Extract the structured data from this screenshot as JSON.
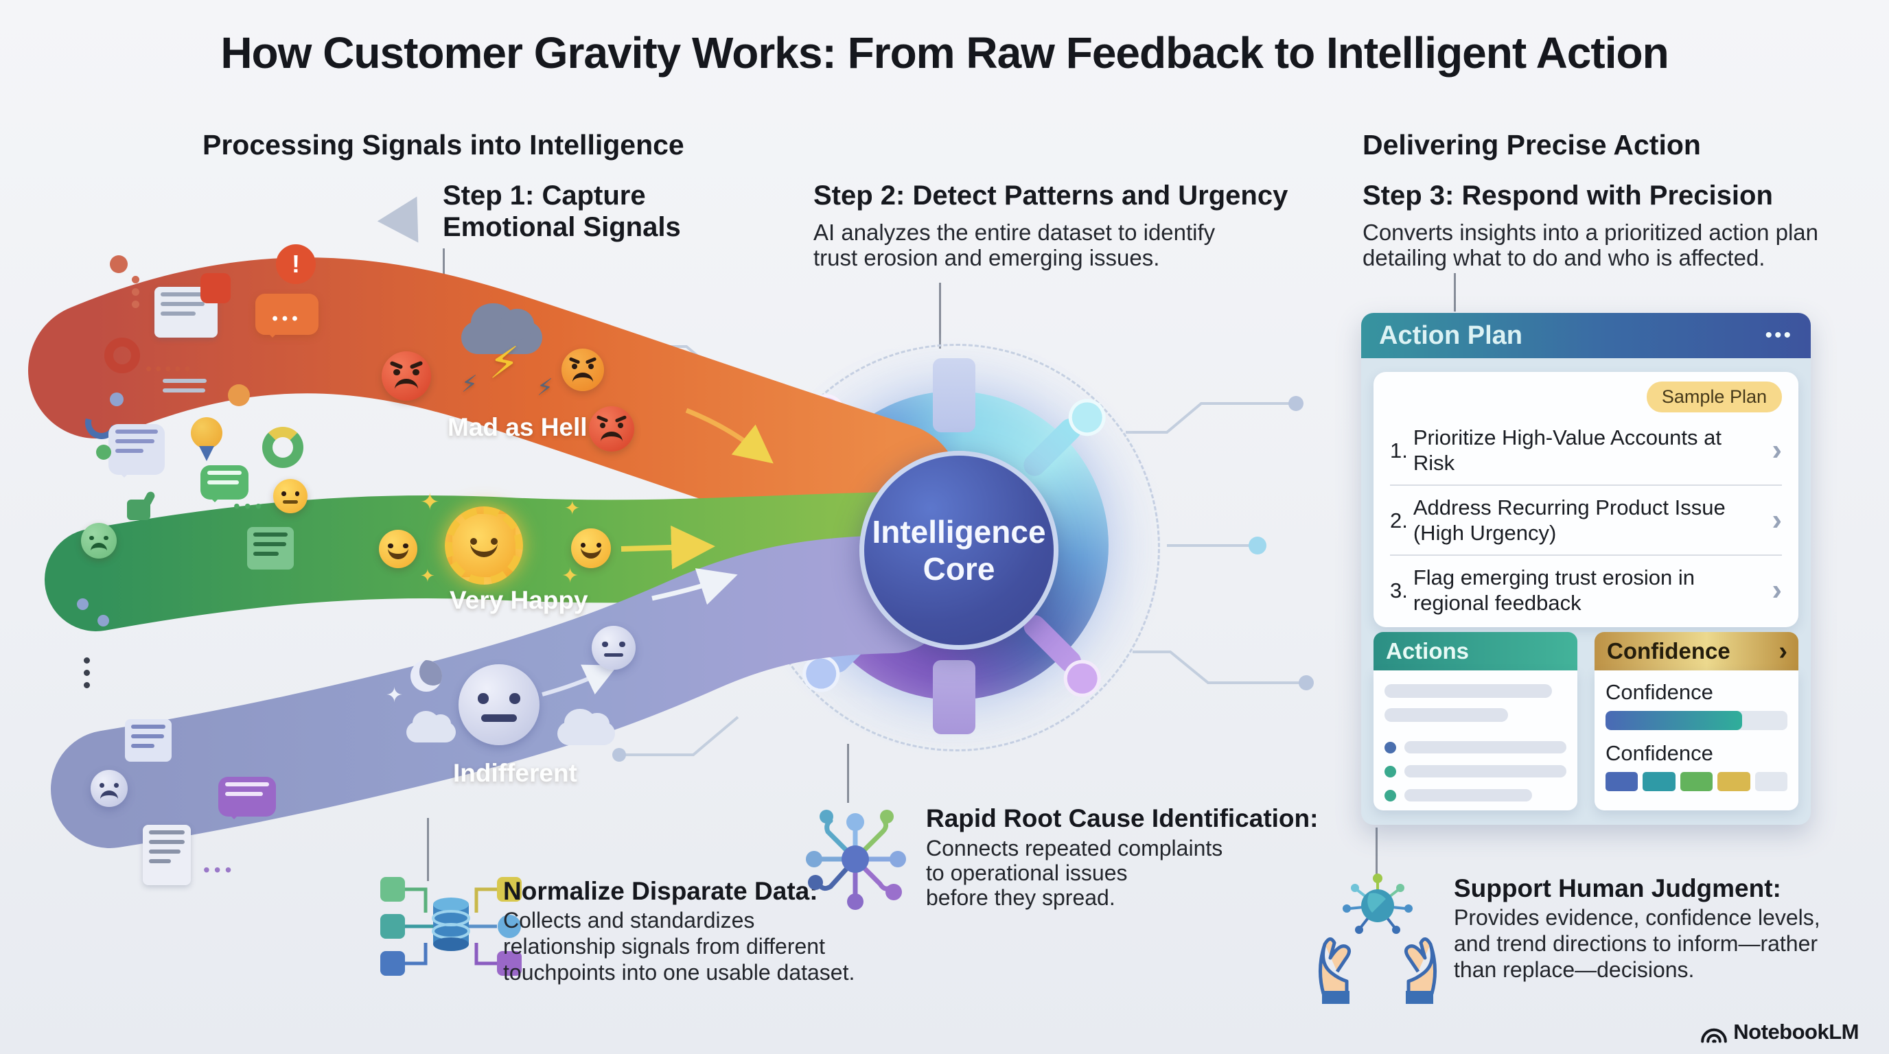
{
  "title": "How Customer Gravity Works: From Raw Feedback to Intelligent Action",
  "sections": {
    "left_heading": "Processing Signals into Intelligence",
    "right_heading": "Delivering Precise Action"
  },
  "steps": {
    "step1": {
      "title_line1": "Step 1: Capture",
      "title_line2": "Emotional Signals"
    },
    "step2": {
      "title": "Step 2: Detect Patterns and Urgency",
      "desc_line1": "AI analyzes the entire dataset to identify",
      "desc_line2": "trust erosion and emerging issues."
    },
    "step3": {
      "title": "Step 3: Respond with Precision",
      "desc_line1": "Converts insights into a prioritized action plan",
      "desc_line2": "detailing what to do and who is affected."
    }
  },
  "flows": {
    "angry": {
      "label": "Mad as Hell"
    },
    "happy": {
      "label": "Very Happy"
    },
    "neutral": {
      "label": "Indifferent"
    }
  },
  "core": {
    "label_line1": "Intelligence",
    "label_line2": "Core"
  },
  "action_plan": {
    "header": "Action Plan",
    "badge": "Sample Plan",
    "items": [
      {
        "number": "1.",
        "text": "Prioritize High-Value Accounts at Risk"
      },
      {
        "number": "2.",
        "text": "Address Recurring Product Issue (High Urgency)"
      },
      {
        "number": "3.",
        "text": "Flag emerging trust erosion in regional feedback"
      }
    ],
    "actions_panel": {
      "header": "Actions"
    },
    "confidence_panel": {
      "header": "Confidence",
      "row1_label": "Confidence",
      "row2_label": "Confidence",
      "bar_fill_percent": 75
    }
  },
  "notes": {
    "normalize": {
      "title": "Normalize Disparate Data:",
      "lines": [
        "Collects and standardizes",
        "relationship signals from different",
        "touchpoints into one usable dataset."
      ]
    },
    "root_cause": {
      "title": "Rapid Root Cause Identification:",
      "lines": [
        "Connects repeated complaints",
        "to operational issues",
        "before they spread."
      ]
    },
    "human": {
      "title": "Support Human Judgment:",
      "lines": [
        "Provides evidence, confidence levels,",
        "and trend directions to inform—rather",
        "than replace—decisions."
      ]
    }
  },
  "watermark": {
    "brand": "NotebookLM"
  },
  "icons": {
    "menu": "•••",
    "chevron": "›",
    "alert": "!",
    "bolt": "⚡",
    "sparkle": "✦",
    "decor_icons": [
      "alert-circle-icon",
      "chat-bubble-icon",
      "document-icon",
      "medal-icon",
      "donut-chart-icon",
      "thumbs-up-icon",
      "angry-face-icon",
      "smiley-face-icon",
      "neutral-face-icon",
      "sad-face-icon",
      "storm-cloud-icon",
      "lightning-bolt-icon",
      "sun-icon",
      "moon-icon",
      "sparkle-icon",
      "etl-database-icon",
      "network-hub-icon",
      "hands-support-icon",
      "notebooklm-logo-icon"
    ]
  },
  "colors": {
    "header_gradient": [
      "#37949f",
      "#3d549e"
    ],
    "actions_gradient": [
      "#2c8f84",
      "#43b39a"
    ],
    "confidence_gradient": [
      "#bd9246",
      "#ecd98e",
      "#b98e3e"
    ],
    "badge_bg": "#f7d98b",
    "confidence_bar": [
      "#4a69b5",
      "#2fae9a"
    ],
    "confidence_segments": [
      "#4a69b5",
      "#2f9aa6",
      "#63b35c",
      "#d9b84f",
      "#e2e7ef"
    ],
    "flow_angry": [
      "#bf4f43",
      "#e06a33",
      "#ec8a47"
    ],
    "flow_happy": [
      "#33915a",
      "#5fae4e",
      "#8ec04e"
    ],
    "flow_neutral": [
      "#8e97c4",
      "#97a2cf",
      "#a7a2d8"
    ]
  }
}
